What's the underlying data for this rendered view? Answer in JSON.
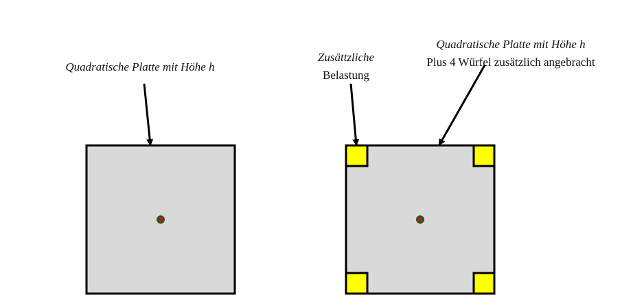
{
  "left": {
    "label": "Quadratische Platte mit Höhe h"
  },
  "right": {
    "load_label_line1": "Zusättzliche",
    "load_label_line2": "Belastung",
    "label_line1": "Quadratische Platte mit Höhe h",
    "label_line2": "Plus 4 Würfel zusätzlich angebracht"
  },
  "colors": {
    "plate": "#d9d9d9",
    "cube": "#ffff00",
    "center_outer": "#1a5c2a",
    "center_inner": "#ff0000"
  }
}
